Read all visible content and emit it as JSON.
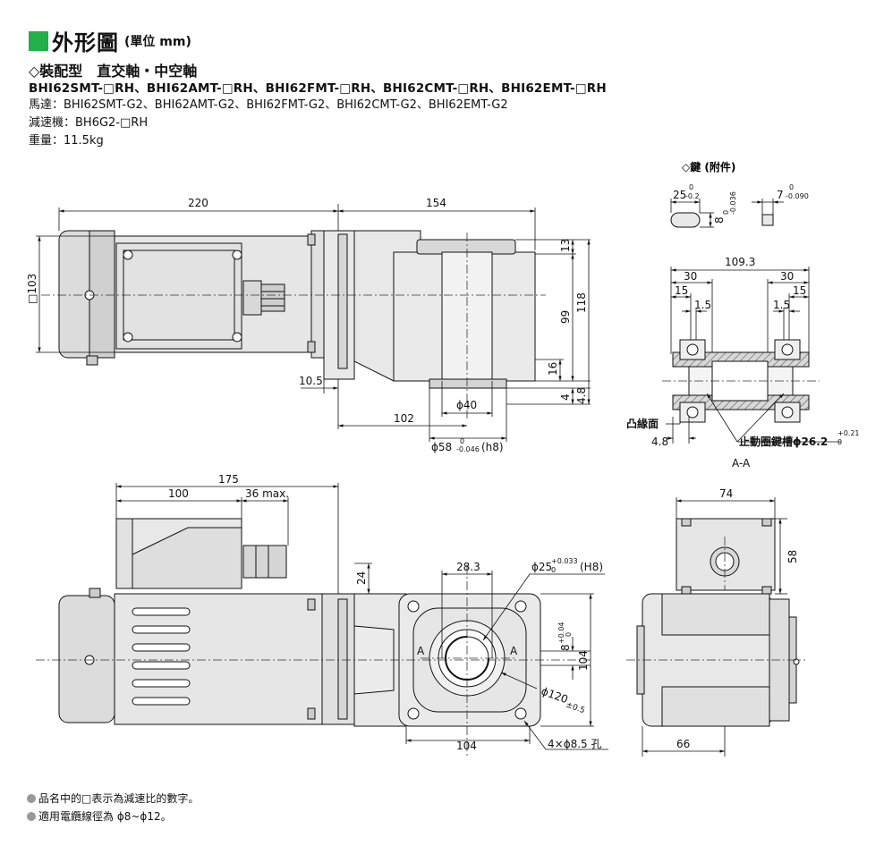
{
  "header": {
    "title": "外形圖",
    "unit": "(單位 mm)",
    "subtitle": "◇裝配型　直交軸・中空軸",
    "models": "BHI62SMT-□RH、BHI62AMT-□RH、BHI62FMT-□RH、BHI62CMT-□RH、BHI62EMT-□RH",
    "motor": "馬達：BHI62SMT-G2、BHI62AMT-G2、BHI62FMT-G2、BHI62CMT-G2、BHI62EMT-G2",
    "reducer": "減速機：BH6G2-□RH",
    "weight": "重量：11.5kg"
  },
  "dims": {
    "d220": "220",
    "d154": "154",
    "d103": "□103",
    "d13": "13",
    "d99": "99",
    "d118": "118",
    "d16": "16",
    "d4": "4",
    "d48": "4.8",
    "d105": "10.5",
    "d102": "102",
    "phi40": "ϕ40",
    "phi58": "ϕ58",
    "phi58tol": "0",
    "phi58tol2": "-0.046",
    "phi58fit": "(h8)",
    "d175": "175",
    "d100": "100",
    "d36max": "36 max.",
    "d24": "24",
    "d283": "28.3",
    "phi25": "ϕ25",
    "phi25tolA": "+0.033",
    "phi25tolB": "0",
    "phi25fit": "(H8)",
    "d8": "8",
    "d8tolA": "+0.04",
    "d8tolB": "0",
    "d104v": "104",
    "phi120": "ϕ120",
    "phi120tol": "±0.5",
    "d104h": "104",
    "holes": "4×ϕ8.5 孔",
    "d74": "74",
    "d58": "58",
    "d66": "66"
  },
  "key": {
    "label": "◇鍵 (附件)",
    "d25": "25",
    "d25tolA": "0",
    "d25tolB": "-0.2",
    "d8": "8",
    "d8tol": "-0.036",
    "d8tolTop": "0",
    "d7": "7",
    "d7tolA": "0",
    "d7tolB": "-0.090"
  },
  "section": {
    "d1093": "109.3",
    "d30a": "30",
    "d30b": "30",
    "d15a": "15",
    "d15b": "15",
    "d15c": "1.5",
    "d15d": "1.5",
    "face": "凸緣面",
    "d48": "4.8",
    "groove": "止動圈鍵槽ϕ26.2",
    "grooveTolA": "+0.21",
    "grooveTolB": "0",
    "label": "A-A",
    "markA": "A"
  },
  "notes": {
    "n1": "品名中的□表示為減速比的數字。",
    "n2": "適用電纜線徑為 ϕ8~ϕ12。"
  }
}
